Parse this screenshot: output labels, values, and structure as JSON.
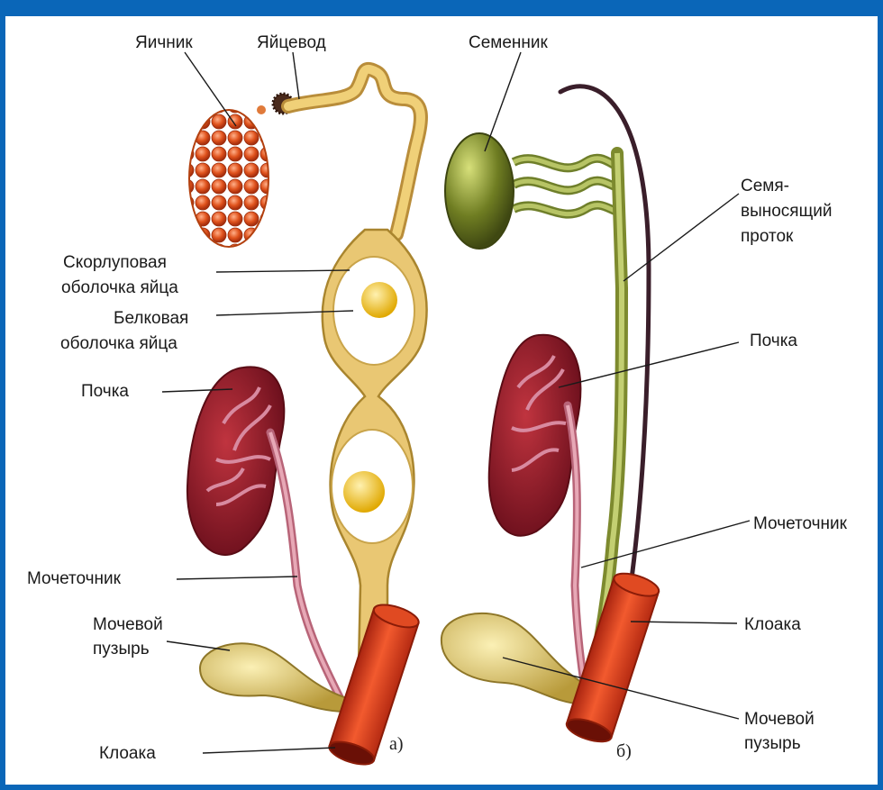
{
  "labels_a": {
    "ovary": "Яичник",
    "oviduct": "Яйцевод",
    "shell_line1": "Скорлуповая",
    "shell_line2": "оболочка яйца",
    "albumen_line1": "Белковая",
    "albumen_line2": "оболочка яйца",
    "kidney": "Почка",
    "ureter": "Мочеточник",
    "bladder_line1": "Мочевой",
    "bladder_line2": "пузырь",
    "cloaca": "Клоака",
    "panel_letter": "а)"
  },
  "labels_b": {
    "testis": "Семенник",
    "vas_line1": "Семя-",
    "vas_line2": "выносящий",
    "vas_line3": "проток",
    "kidney": "Почка",
    "ureter": "Мочеточник",
    "cloaca": "Клоака",
    "bladder_line1": "Мочевой",
    "bladder_line2": "пузырь",
    "panel_letter": "б)"
  },
  "colors": {
    "frame": "#0a66b8",
    "ovary": "#d9541e",
    "oviduct": "#e6c36a",
    "yolk": "#f2b90f",
    "kidney": "#8e1826",
    "ureter": "#c97a8a",
    "cloaca": "#d8361a",
    "bladder": "#d8c46a",
    "testis": "#7d8a2a",
    "vas_deferens": "#8a9a3e"
  }
}
